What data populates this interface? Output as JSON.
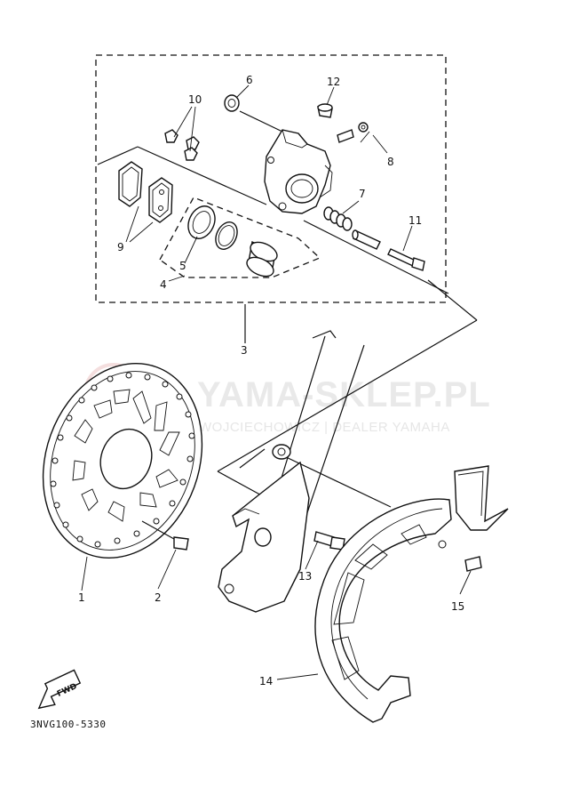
{
  "diagram": {
    "part_numbers": {
      "p1": "1",
      "p2": "2",
      "p3": "3",
      "p4": "4",
      "p5": "5",
      "p6": "6",
      "p7": "7",
      "p8": "8",
      "p9": "9",
      "p10": "10",
      "p11": "11",
      "p12": "12",
      "p13": "13",
      "p14": "14",
      "p15": "15"
    },
    "drawing_code": "3NVG100-5330",
    "fwd_label": "FWD"
  },
  "watermark": {
    "title": "YAMA-SKLEP.PL",
    "subtitle": "WOJCIECHOWICZ | DEALER YAMAHA",
    "color": "#e9e9e9"
  },
  "colors": {
    "line": "#111111",
    "background": "#ffffff"
  }
}
